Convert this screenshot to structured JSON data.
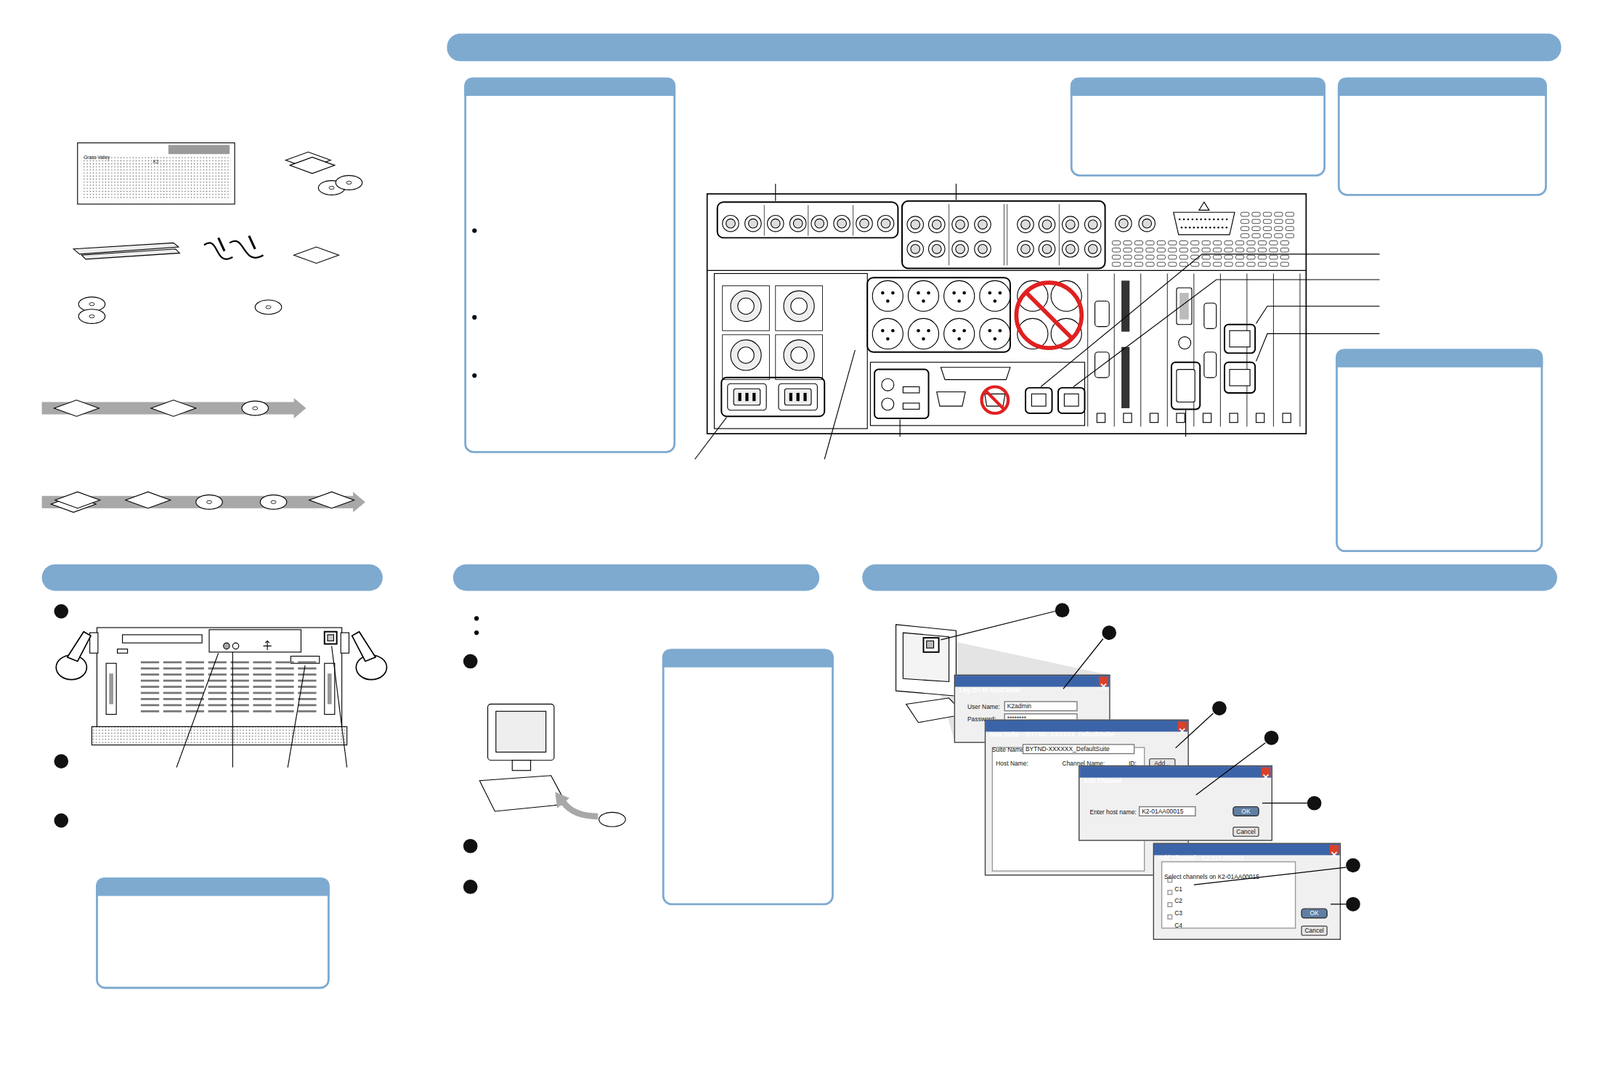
{
  "diagram": {
    "nodes": [
      {
        "text": [
          "Log On to AppCenter",
          "User Name:",
          "K2admin",
          "Password:",
          "********"
        ]
      },
      {
        "text": [
          "New Suite - 'BYTND_XXXXXX_DefaultSuite'",
          "Suite Name:",
          "BYTND-XXXXXX_DefaultSuite",
          "Host Name:",
          "Channel Name:",
          "ID:",
          "Add..."
        ]
      },
      {
        "text": [
          "Add Channel",
          "Enter host name:",
          "K2-01AA00015",
          "OK",
          "Cancel"
        ]
      },
      {
        "text": [
          "Add Channel - K2-01AA00015",
          "Select channels on K2-01AA00015",
          "C1",
          "C2",
          "C3",
          "C4",
          "OK",
          "Cancel"
        ]
      }
    ],
    "labels": [
      "Grass Valley",
      "K2"
    ]
  }
}
